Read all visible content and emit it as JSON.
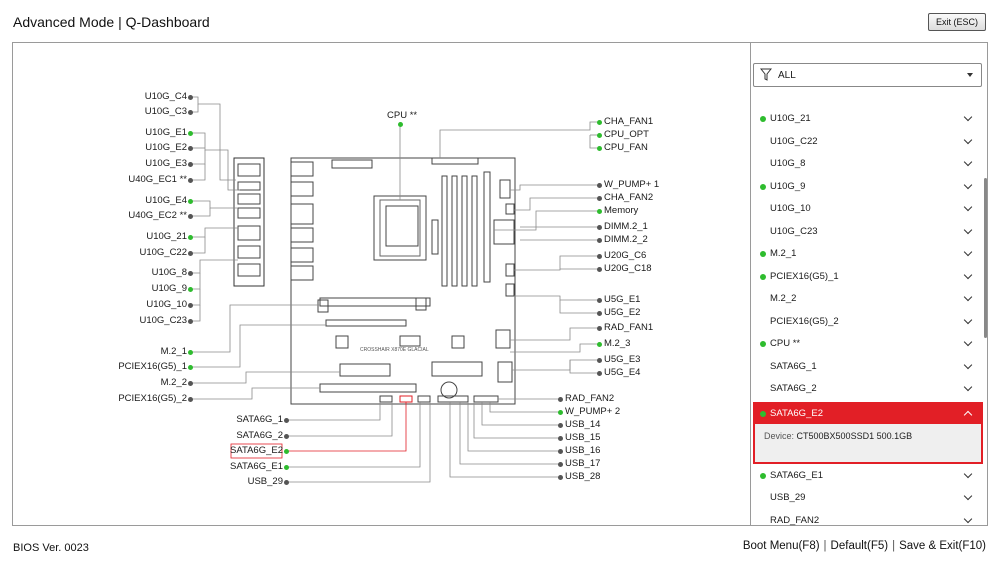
{
  "header": {
    "title": "Advanced Mode | Q-Dashboard",
    "exit_label": "Exit (ESC)"
  },
  "diagram": {
    "board_label": "CROSSHAIR X870E GLACIAL",
    "labels_left": [
      {
        "text": "U10G_C4",
        "dot": false
      },
      {
        "text": "U10G_C3",
        "dot": false
      },
      {
        "text": "U10G_E1",
        "dot": true
      },
      {
        "text": "U10G_E2",
        "dot": false
      },
      {
        "text": "U10G_E3",
        "dot": false
      },
      {
        "text": "U40G_EC1 **",
        "dot": false
      },
      {
        "text": "U10G_E4",
        "dot": true
      },
      {
        "text": "U40G_EC2 **",
        "dot": false
      },
      {
        "text": "U10G_21",
        "dot": true
      },
      {
        "text": "U10G_C22",
        "dot": false
      },
      {
        "text": "U10G_8",
        "dot": false
      },
      {
        "text": "U10G_9",
        "dot": true
      },
      {
        "text": "U10G_10",
        "dot": false
      },
      {
        "text": "U10G_C23",
        "dot": false
      },
      {
        "text": "M.2_1",
        "dot": true
      },
      {
        "text": "PCIEX16(G5)_1",
        "dot": true
      },
      {
        "text": "M.2_2",
        "dot": false
      },
      {
        "text": "PCIEX16(G5)_2",
        "dot": false
      },
      {
        "text": "SATA6G_1",
        "dot": false
      },
      {
        "text": "SATA6G_2",
        "dot": false
      },
      {
        "text": "SATA6G_E2",
        "dot": true
      },
      {
        "text": "SATA6G_E1",
        "dot": true
      },
      {
        "text": "USB_29",
        "dot": false
      }
    ],
    "label_top": {
      "text": "CPU **",
      "dot": true
    },
    "labels_right": [
      {
        "text": "CHA_FAN1",
        "dot": true
      },
      {
        "text": "CPU_OPT",
        "dot": true
      },
      {
        "text": "CPU_FAN",
        "dot": true
      },
      {
        "text": "W_PUMP+ 1",
        "dot": false
      },
      {
        "text": "CHA_FAN2",
        "dot": false
      },
      {
        "text": "Memory",
        "dot": true
      },
      {
        "text": "DIMM.2_1",
        "dot": false
      },
      {
        "text": "DIMM.2_2",
        "dot": false
      },
      {
        "text": "U20G_C6",
        "dot": false
      },
      {
        "text": "U20G_C18",
        "dot": false
      },
      {
        "text": "U5G_E1",
        "dot": false
      },
      {
        "text": "U5G_E2",
        "dot": false
      },
      {
        "text": "RAD_FAN1",
        "dot": false
      },
      {
        "text": "M.2_3",
        "dot": true
      },
      {
        "text": "U5G_E3",
        "dot": false
      },
      {
        "text": "U5G_E4",
        "dot": false
      },
      {
        "text": "RAD_FAN2",
        "dot": false
      },
      {
        "text": "W_PUMP+ 2",
        "dot": true
      },
      {
        "text": "USB_14",
        "dot": false
      },
      {
        "text": "USB_15",
        "dot": false
      },
      {
        "text": "USB_16",
        "dot": false
      },
      {
        "text": "USB_17",
        "dot": false
      },
      {
        "text": "USB_28",
        "dot": false
      }
    ]
  },
  "filter": {
    "label": "ALL",
    "icon": "filter-funnel-icon"
  },
  "device_list": [
    {
      "name": "U10G_21",
      "dot": true
    },
    {
      "name": "U10G_C22",
      "dot": false
    },
    {
      "name": "U10G_8",
      "dot": false
    },
    {
      "name": "U10G_9",
      "dot": true
    },
    {
      "name": "U10G_10",
      "dot": false
    },
    {
      "name": "U10G_C23",
      "dot": false
    },
    {
      "name": "M.2_1",
      "dot": true
    },
    {
      "name": "PCIEX16(G5)_1",
      "dot": true
    },
    {
      "name": "M.2_2",
      "dot": false
    },
    {
      "name": "PCIEX16(G5)_2",
      "dot": false
    },
    {
      "name": "CPU **",
      "dot": true
    },
    {
      "name": "SATA6G_1",
      "dot": false
    },
    {
      "name": "SATA6G_2",
      "dot": false
    },
    {
      "name": "SATA6G_E2",
      "dot": true,
      "expanded": true,
      "detail_key": "Device:",
      "detail_value": "CT500BX500SSD1 500.1GB"
    },
    {
      "name": "SATA6G_E1",
      "dot": true
    },
    {
      "name": "USB_29",
      "dot": false
    },
    {
      "name": "RAD_FAN2",
      "dot": false
    }
  ],
  "footer": {
    "bios_version": "BIOS Ver. 0023",
    "keys": [
      "Boot Menu(F8)",
      "Default(F5)",
      "Save & Exit(F10)"
    ],
    "separator": "|"
  },
  "colors": {
    "active_dot": "#2ebc2e",
    "highlight": "#e21f26",
    "line": "#8a8a8a"
  }
}
